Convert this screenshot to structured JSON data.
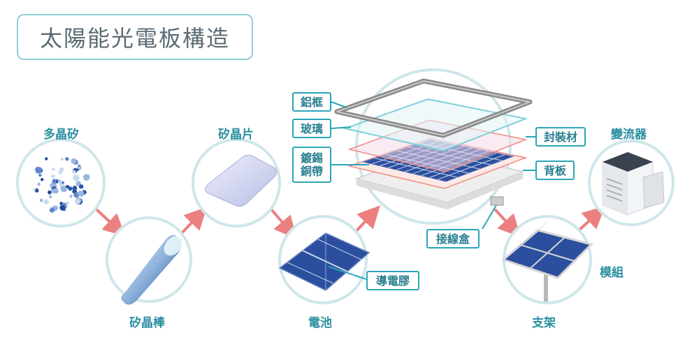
{
  "title": "太陽能光電板構造",
  "stages": {
    "polysilicon": "多晶矽",
    "ingot": "矽晶棒",
    "wafer": "矽晶片",
    "cell": "電池",
    "module": "模組",
    "mount": "支架",
    "inverter": "變流器"
  },
  "layers": {
    "frame": "鋁框",
    "glass": "玻璃",
    "ribbon_line1": "鍍錫",
    "ribbon_line2": "銅帶",
    "encapsulant": "封裝材",
    "backsheet": "背板",
    "junction_box": "接線盒",
    "conductive_adhesive": "導電膠"
  },
  "colors": {
    "accent": "#2aa6b8",
    "circle_border": "#cfe6ea",
    "arrow": "#ec7f7f",
    "cell_blue": "#2b4f9e"
  }
}
